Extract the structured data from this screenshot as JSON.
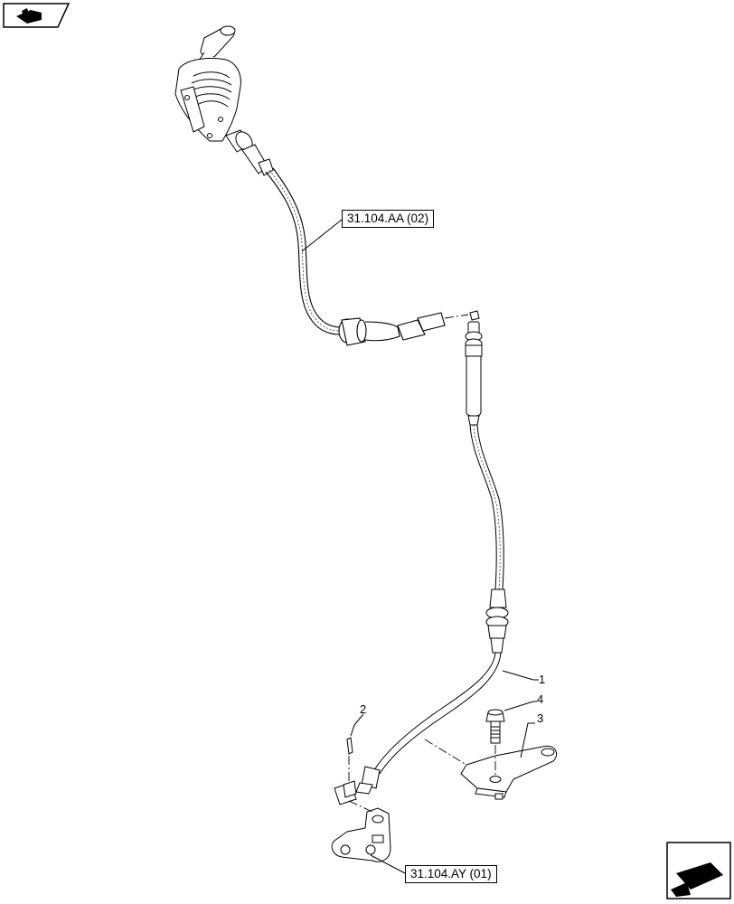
{
  "diagram": {
    "references": {
      "upper": "31.104.AA (02)",
      "lower": "31.104.AY (01)"
    },
    "callouts": [
      "1",
      "2",
      "3",
      "4"
    ]
  },
  "navigation": {
    "prev_icon": "book-prev-icon",
    "next_icon": "book-next-icon"
  }
}
